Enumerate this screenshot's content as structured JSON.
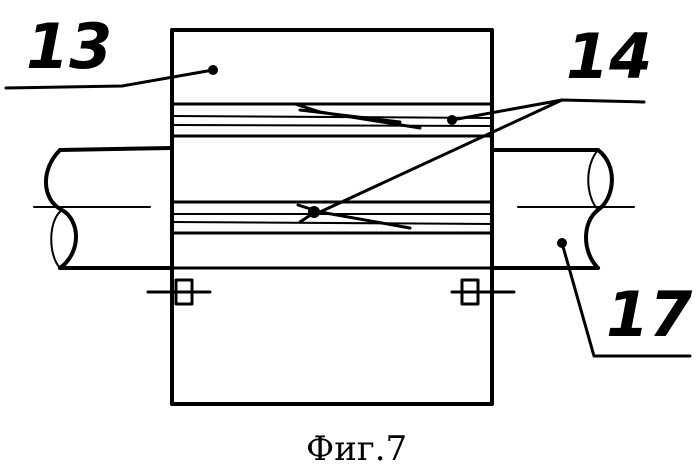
{
  "figure": {
    "caption": "Фиг.7",
    "labels": {
      "housing": "13",
      "grooves": "14",
      "shaft": "17"
    }
  },
  "colors": {
    "ink": "#000000",
    "paper": "#ffffff"
  }
}
